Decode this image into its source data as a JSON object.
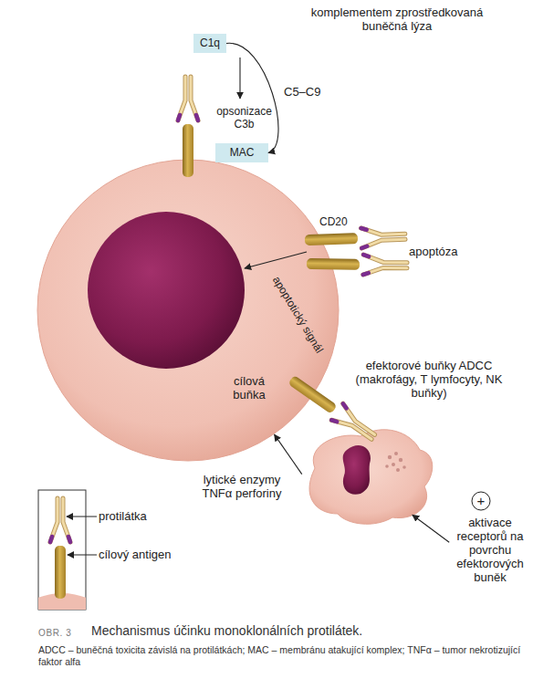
{
  "diagram": {
    "caption": "Mechanismus účinku monoklonálních protilátek.",
    "nodes": [
      {
        "text": [
          "C1q"
        ]
      },
      {
        "text": [
          "MAC"
        ]
      },
      {
        "text": [
          "cílová buňka"
        ]
      },
      {
        "text": [
          "efektorové buňky ADCC (makrofágy, T lymfocyty, NK buňky)"
        ]
      },
      {
        "text": [
          "+",
          "aktivace receptorů na povrchu efektorových buněk"
        ]
      }
    ],
    "edges": [
      {
        "from": 0,
        "to": 1,
        "arrow": "to",
        "label": "C5–C9"
      },
      {
        "from": 3,
        "to": 2,
        "arrow": "to",
        "label": "lytické enzymy TNFα perforiny"
      },
      {
        "from": 4,
        "to": 3,
        "arrow": "to"
      }
    ],
    "labels": [
      "komplementem zprostředkovaná buněčná lýza",
      "opsonizace C3b",
      "CD20",
      "apoptóza",
      "apoptotický signál",
      "OBR. 3",
      "ADCC – buněčná toxicita závislá na protilátkách; MAC – membránu atakující komplex; TNFα – tumor nekrotizující faktor alfa"
    ],
    "legend": [
      {
        "text": "protilátka"
      },
      {
        "text": "cílový antigen"
      }
    ]
  }
}
